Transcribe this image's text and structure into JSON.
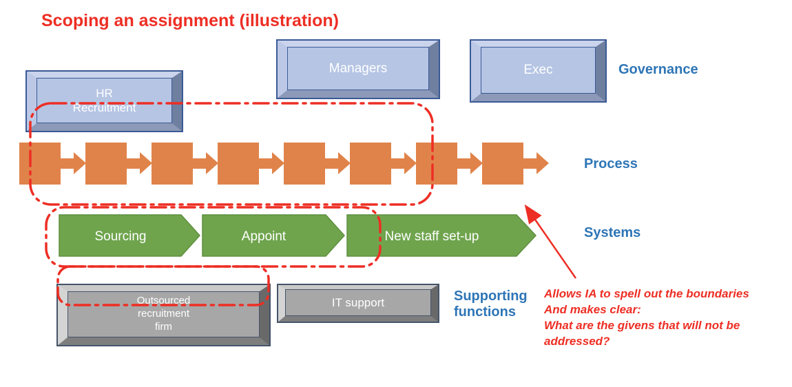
{
  "title": "Scoping an assignment (illustration)",
  "colors": {
    "red": "#ED2E24",
    "orange": "#E0834A",
    "green": "#6FA44D",
    "green_border": "#5E8F3E",
    "blue_box_face": "#B6C5E4",
    "gray_box_face": "#A8A7A7",
    "label_blue": "#2E75B6"
  },
  "boxes": {
    "hr": {
      "line1": "HR",
      "line2": "Recruitment"
    },
    "managers": {
      "label": "Managers"
    },
    "exec": {
      "label": "Exec"
    },
    "outsourced": {
      "line1": "Outsourced",
      "line2": "recruitment",
      "line3": "firm"
    },
    "it": {
      "label": "IT support"
    }
  },
  "row_labels": {
    "governance": "Governance",
    "process": "Process",
    "systems": "Systems",
    "supporting_line1": "Supporting",
    "supporting_line2": "functions"
  },
  "process": {
    "steps_count": 8
  },
  "systems_row": {
    "chevrons": [
      {
        "label": "Sourcing"
      },
      {
        "label": "Appoint"
      },
      {
        "label": "New staff set-up"
      }
    ]
  },
  "annotation": {
    "lines": [
      "Allows IA to spell out the boundaries",
      "And makes clear:",
      "What are the givens that will not be",
      "addressed?"
    ]
  }
}
